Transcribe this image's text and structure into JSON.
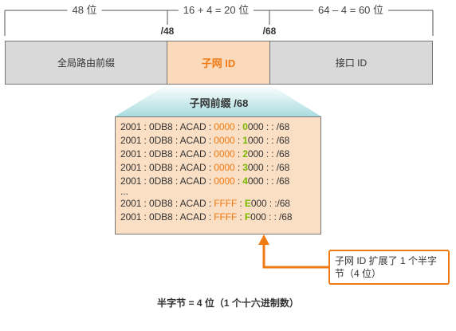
{
  "bit_ranges": {
    "global": "48 位",
    "subnet": "16 + 4 = 20 位",
    "interface": "64 – 4 = 60 位"
  },
  "prefix_marks": {
    "p48": "/48",
    "p68": "/68"
  },
  "segments": {
    "global": "全局路由前缀",
    "subnet": "子网 ID",
    "interface": "接口 ID"
  },
  "subnet_title": "子网前缀 /68",
  "subnet_rows": [
    {
      "prefix": "2001 : 0DB8 : ACAD : ",
      "hex": "0000",
      "sep": " : ",
      "digit": "0",
      "rest": "000 : : /68"
    },
    {
      "prefix": "2001 : 0DB8 : ACAD : ",
      "hex": "0000",
      "sep": " : ",
      "digit": "1",
      "rest": "000 : : /68"
    },
    {
      "prefix": "2001 : 0DB8 : ACAD : ",
      "hex": "0000",
      "sep": " : ",
      "digit": "2",
      "rest": "000 : : /68"
    },
    {
      "prefix": "2001 : 0DB8 : ACAD : ",
      "hex": "0000",
      "sep": " : ",
      "digit": "3",
      "rest": "000 : : /68"
    },
    {
      "prefix": "2001 : 0DB8 : ACAD : ",
      "hex": "0000",
      "sep": " : ",
      "digit": "4",
      "rest": "000 : : /68"
    }
  ],
  "ellipsis": "...",
  "subnet_rows_end": [
    {
      "prefix": "2001 : 0DB8 : ACAD : ",
      "hex": "FFFF",
      "sep": " : ",
      "digit": "E",
      "rest": "000 : :/68"
    },
    {
      "prefix": "2001 : 0DB8 : ACAD : ",
      "hex": "FFFF",
      "sep": " : ",
      "digit": "F",
      "rest": "000 : : /68"
    }
  ],
  "callout": "子网 ID 扩展了 1 个半字节（4 位）",
  "footer": "半字节 = 4 位（1 个十六进制数）",
  "colors": {
    "accent_orange": "#f07a14",
    "accent_green": "#76b900",
    "segment_gray": "#d9d9d9",
    "segment_peach": "#fbd9bb",
    "list_peach": "#fbdfc4",
    "trapezoid_teal": "#bfe4e6"
  }
}
